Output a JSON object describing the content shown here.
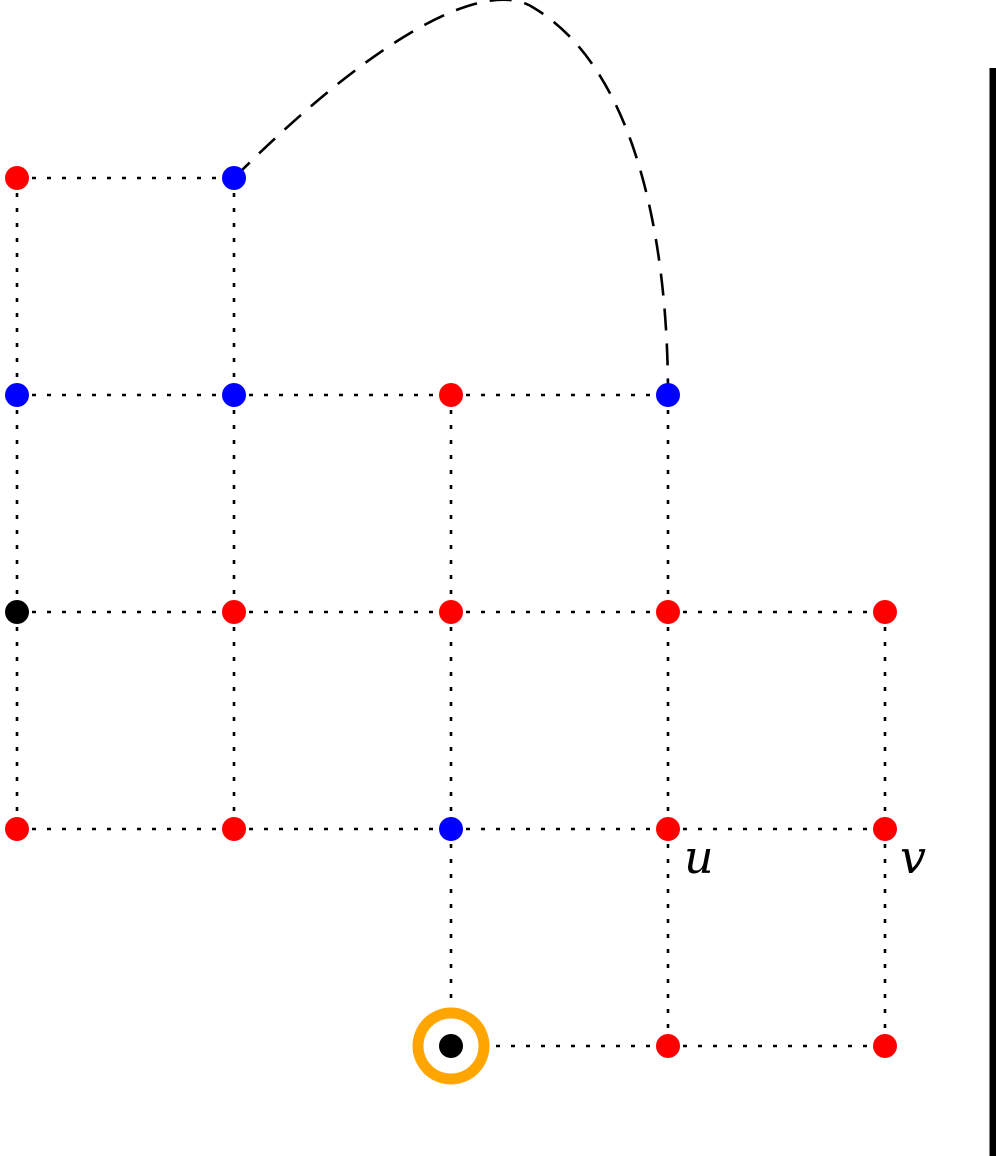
{
  "colors": {
    "red": "#ff0000",
    "blue": "#0000ff",
    "black": "#000000",
    "highlight": "#ffa500"
  },
  "labels": {
    "u": "u",
    "v": "v"
  },
  "nodes": [
    {
      "id": "r0c0",
      "col": 0,
      "row": 0,
      "color": "red"
    },
    {
      "id": "r0c1",
      "col": 1,
      "row": 0,
      "color": "blue"
    },
    {
      "id": "r1c0",
      "col": 0,
      "row": 1,
      "color": "blue"
    },
    {
      "id": "r1c1",
      "col": 1,
      "row": 1,
      "color": "blue"
    },
    {
      "id": "r1c2",
      "col": 2,
      "row": 1,
      "color": "red"
    },
    {
      "id": "r1c3",
      "col": 3,
      "row": 1,
      "color": "blue"
    },
    {
      "id": "r2c0",
      "col": 0,
      "row": 2,
      "color": "black"
    },
    {
      "id": "r2c1",
      "col": 1,
      "row": 2,
      "color": "red"
    },
    {
      "id": "r2c2",
      "col": 2,
      "row": 2,
      "color": "red"
    },
    {
      "id": "r2c3",
      "col": 3,
      "row": 2,
      "color": "red"
    },
    {
      "id": "r2c4",
      "col": 4,
      "row": 2,
      "color": "red"
    },
    {
      "id": "r3c0",
      "col": 0,
      "row": 3,
      "color": "red"
    },
    {
      "id": "r3c1",
      "col": 1,
      "row": 3,
      "color": "red"
    },
    {
      "id": "r3c2",
      "col": 2,
      "row": 3,
      "color": "blue"
    },
    {
      "id": "u",
      "col": 3,
      "row": 3,
      "color": "red",
      "label": "u"
    },
    {
      "id": "v",
      "col": 4,
      "row": 3,
      "color": "red",
      "label": "v"
    },
    {
      "id": "r4c2",
      "col": 2,
      "row": 4,
      "color": "black",
      "highlight": true
    },
    {
      "id": "r4c3",
      "col": 3,
      "row": 4,
      "color": "red"
    },
    {
      "id": "r4c4",
      "col": 4,
      "row": 4,
      "color": "red"
    }
  ],
  "grid_edges": [
    [
      "r0c0",
      "r0c1"
    ],
    [
      "r0c0",
      "r1c0"
    ],
    [
      "r0c1",
      "r1c1"
    ],
    [
      "r1c0",
      "r1c1"
    ],
    [
      "r1c1",
      "r1c2"
    ],
    [
      "r1c2",
      "r1c3"
    ],
    [
      "r1c0",
      "r2c0"
    ],
    [
      "r1c1",
      "r2c1"
    ],
    [
      "r1c2",
      "r2c2"
    ],
    [
      "r1c3",
      "r2c3"
    ],
    [
      "r2c0",
      "r2c1"
    ],
    [
      "r2c1",
      "r2c2"
    ],
    [
      "r2c2",
      "r2c3"
    ],
    [
      "r2c3",
      "r2c4"
    ],
    [
      "r2c0",
      "r3c0"
    ],
    [
      "r2c1",
      "r3c1"
    ],
    [
      "r2c2",
      "r3c2"
    ],
    [
      "r2c3",
      "u"
    ],
    [
      "r2c4",
      "v"
    ],
    [
      "r3c0",
      "r3c1"
    ],
    [
      "r3c1",
      "r3c2"
    ],
    [
      "r3c2",
      "u"
    ],
    [
      "u",
      "v"
    ],
    [
      "r3c2",
      "r4c2"
    ],
    [
      "u",
      "r4c3"
    ],
    [
      "v",
      "r4c4"
    ],
    [
      "r4c2",
      "r4c3"
    ],
    [
      "r4c3",
      "r4c4"
    ]
  ],
  "curved_edges": [
    [
      "r0c1",
      "r1c3"
    ]
  ]
}
